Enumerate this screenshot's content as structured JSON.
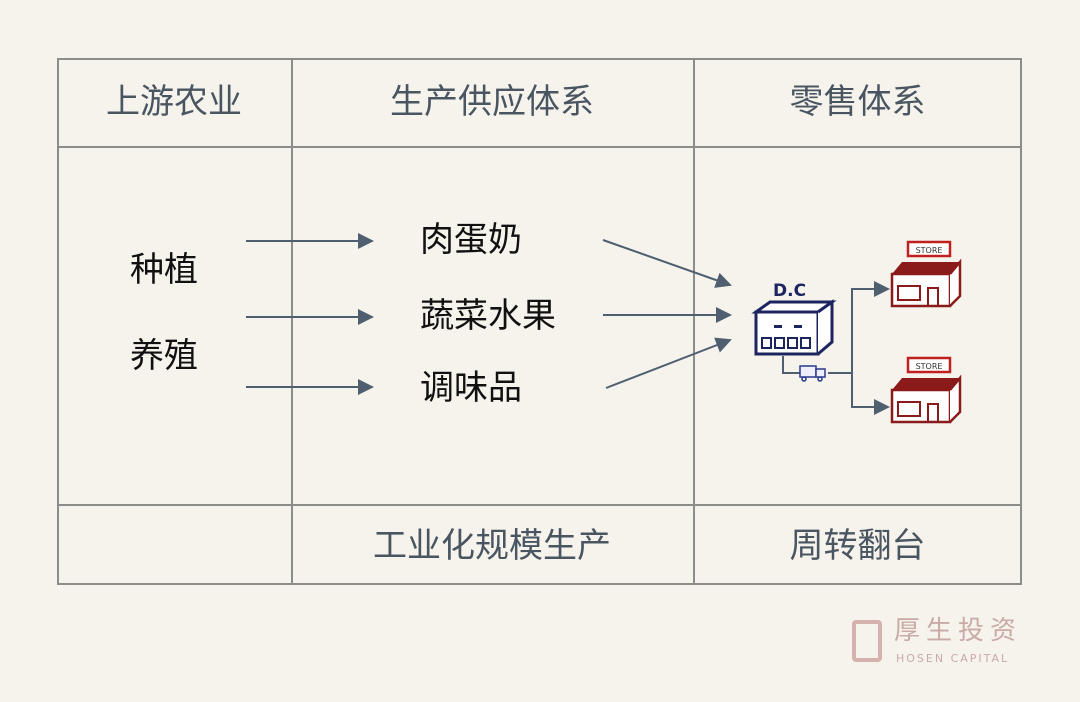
{
  "headers": {
    "upstream": "上游农业",
    "production": "生产供应体系",
    "retail": "零售体系"
  },
  "upstream_items": [
    "种植",
    "养殖"
  ],
  "production_items": [
    "肉蛋奶",
    "蔬菜水果",
    "调味品"
  ],
  "dc_label": "D.C",
  "store_label": "STORE",
  "footer": {
    "production": "工业化规模生产",
    "retail": "周转翻台"
  },
  "logo": {
    "cn": "厚生投资",
    "en": "HOSEN CAPITAL"
  }
}
